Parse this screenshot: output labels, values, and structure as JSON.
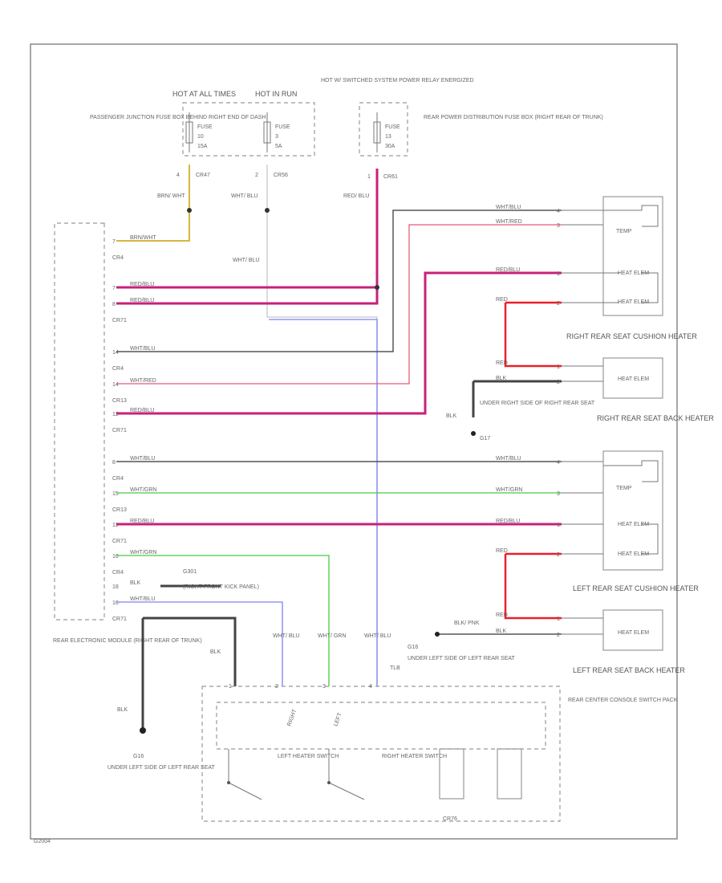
{
  "power": {
    "hot_at_all_times": "HOT AT ALL TIMES",
    "hot_in_run": "HOT IN RUN",
    "hot_switched": "HOT W/ SWITCHED SYSTEM POWER RELAY ENERGIZED",
    "fuse_a_label": "FUSE",
    "fuse_a_num": "10",
    "fuse_a_amp": "15A",
    "fuse_b_label": "FUSE",
    "fuse_b_num": "3",
    "fuse_b_amp": "5A",
    "fuse_c_label": "FUSE",
    "fuse_c_num": "13",
    "fuse_c_amp": "30A",
    "pjb_desc": "PASSENGER JUNCTION FUSE BOX BEHIND RIGHT END OF DASH",
    "rear_pdb_desc": "REAR POWER DISTRIBUTION FUSE BOX (RIGHT REAR OF TRUNK)",
    "pin_a": "4",
    "conn_a": "CR47",
    "pin_b": "2",
    "conn_b": "CR56",
    "pin_c": "1",
    "conn_c": "CR61"
  },
  "wire_labels": {
    "brn_wht": "BRN/ WHT",
    "wht_blu": "WHT/ BLU",
    "red_blu": "RED/ BLU",
    "wht_blu_2": "WHT/ BLU",
    "wht_grn": "WHT/ GRN",
    "blk": "BLK",
    "tlb": "TLB"
  },
  "rem": {
    "desc": "REAR ELECTRONIC MODULE (RIGHT REAR OF TRUNK)",
    "pin_rows": [
      {
        "pin": "7",
        "wire": "BRN/WHT"
      },
      {
        "pin": "CR4",
        "wire": ""
      },
      {
        "pin": "7",
        "wire": "RED/BLU"
      },
      {
        "pin": "8",
        "wire": "RED/BLU"
      },
      {
        "pin": "CR71",
        "wire": ""
      },
      {
        "pin": "14",
        "wire": "WHT/BLU"
      },
      {
        "pin": "CR4",
        "wire": ""
      },
      {
        "pin": "14",
        "wire": "WHT/RED"
      },
      {
        "pin": "CR13",
        "wire": ""
      },
      {
        "pin": "12",
        "wire": "RED/BLU"
      },
      {
        "pin": "CR71",
        "wire": ""
      },
      {
        "pin": "8",
        "wire": "WHT/BLU"
      },
      {
        "pin": "CR4",
        "wire": ""
      },
      {
        "pin": "15",
        "wire": "WHT/GRN"
      },
      {
        "pin": "CR13",
        "wire": ""
      },
      {
        "pin": "11",
        "wire": "RED/BLU"
      },
      {
        "pin": "CR71",
        "wire": ""
      },
      {
        "pin": "10",
        "wire": "WHT/GRN"
      },
      {
        "pin": "CR4",
        "wire": ""
      },
      {
        "pin": "18",
        "wire": "BLK"
      },
      {
        "pin": "16",
        "wire": "WHT/BLU"
      },
      {
        "pin": "CR71",
        "wire": ""
      }
    ]
  },
  "heaters": {
    "right_cushion": "RIGHT REAR SEAT CUSHION HEATER",
    "right_back": "RIGHT REAR SEAT BACK HEATER",
    "left_cushion": "LEFT REAR SEAT CUSHION HEATER",
    "left_back": "LEFT REAR SEAT BACK HEATER",
    "tc_label": "TEMP",
    "elem_label": "HEAT ELEM",
    "right_rows": [
      {
        "wire": "WHT/BLU",
        "pin": "4"
      },
      {
        "wire": "WHT/RED",
        "pin": "3"
      },
      {
        "wire": "RED/BLU",
        "pin": "1"
      },
      {
        "wire": "RED",
        "pin": "2"
      },
      {
        "wire": "RED",
        "pin": "1"
      },
      {
        "wire": "BLK",
        "pin": "2"
      }
    ],
    "left_rows": [
      {
        "wire": "WHT/BLU",
        "pin": "4"
      },
      {
        "wire": "WHT/GRN",
        "pin": "3"
      },
      {
        "wire": "RED/BLU",
        "pin": "1"
      },
      {
        "wire": "RED",
        "pin": "2"
      },
      {
        "wire": "RED",
        "pin": "1"
      },
      {
        "wire": "BLK",
        "pin": "2"
      }
    ]
  },
  "grounds": {
    "g_right_seat_code": "G17",
    "g_right_seat": "UNDER RIGHT SIDE OF RIGHT REAR SEAT",
    "g_right_front_code": "G301",
    "g_right_front": "(RIGHT FRONT KICK PANEL)",
    "g_left_seat_code": "G16",
    "g_left_seat": "UNDER LEFT SIDE OF LEFT REAR SEAT",
    "g_left_seat_b_code": "G16",
    "g_left_seat_b": "UNDER LEFT SIDE OF LEFT REAR SEAT",
    "blk": "BLK",
    "blk_pnk": "BLK/ PNK"
  },
  "switch_pack": {
    "desc": "REAR CENTER CONSOLE SWITCH PACK",
    "right_tag": "RIGHT",
    "left_tag": "LEFT",
    "left_switch": "LEFT HEATER SWITCH",
    "right_switch": "RIGHT HEATER SWITCH",
    "pin_1": "1",
    "pin_2": "2",
    "pin_3": "3",
    "pin_4": "4",
    "connector": "CR76"
  },
  "footer_code": "G2004"
}
